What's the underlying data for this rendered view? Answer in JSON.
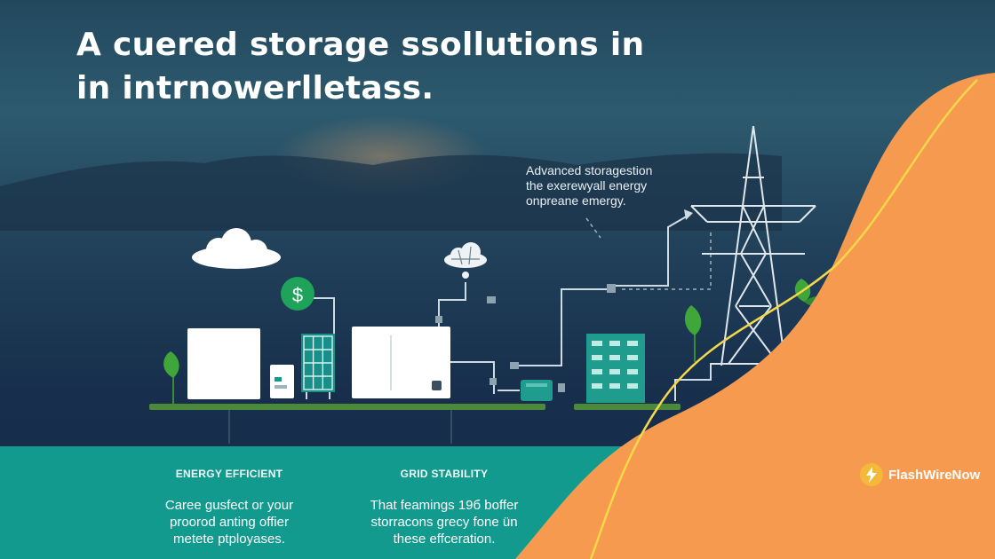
{
  "headline": {
    "line1": "A cuered storage ssollutions in",
    "line2": "in intrnowerlletass."
  },
  "callout": {
    "line1": "Advanced storagestion",
    "line2": "the exerewyall energy",
    "line3": "onpreane emergy."
  },
  "features": [
    {
      "title": "ENERGY EFFICIENT",
      "lines": [
        "Caree gusfect or your",
        "proorod anting offier",
        "metete ptployases."
      ]
    },
    {
      "title": "GRID STABILITY",
      "lines": [
        "That feamings 19б boffer",
        "storracons grecy fone ün",
        "these effceration."
      ]
    }
  ],
  "brand": {
    "name": "FlashWireNow",
    "icon": "lightning-bolt-icon"
  },
  "icons": [
    "cloud-icon",
    "dollar-coin-icon",
    "smart-cloud-icon",
    "leaf-icon",
    "transmission-tower-icon",
    "solar-panel-icon",
    "battery-cabinet-icon"
  ],
  "colors": {
    "sky_top": "#2d5a6e",
    "sky_bottom": "#15294a",
    "teal_panel": "#139a8e",
    "orange_wave": "#f59a4f",
    "yellow_line": "#f5d84a",
    "leaf_green": "#3fa63a",
    "coin_green": "#1fa35a",
    "ground_green": "#4c8a3a"
  }
}
